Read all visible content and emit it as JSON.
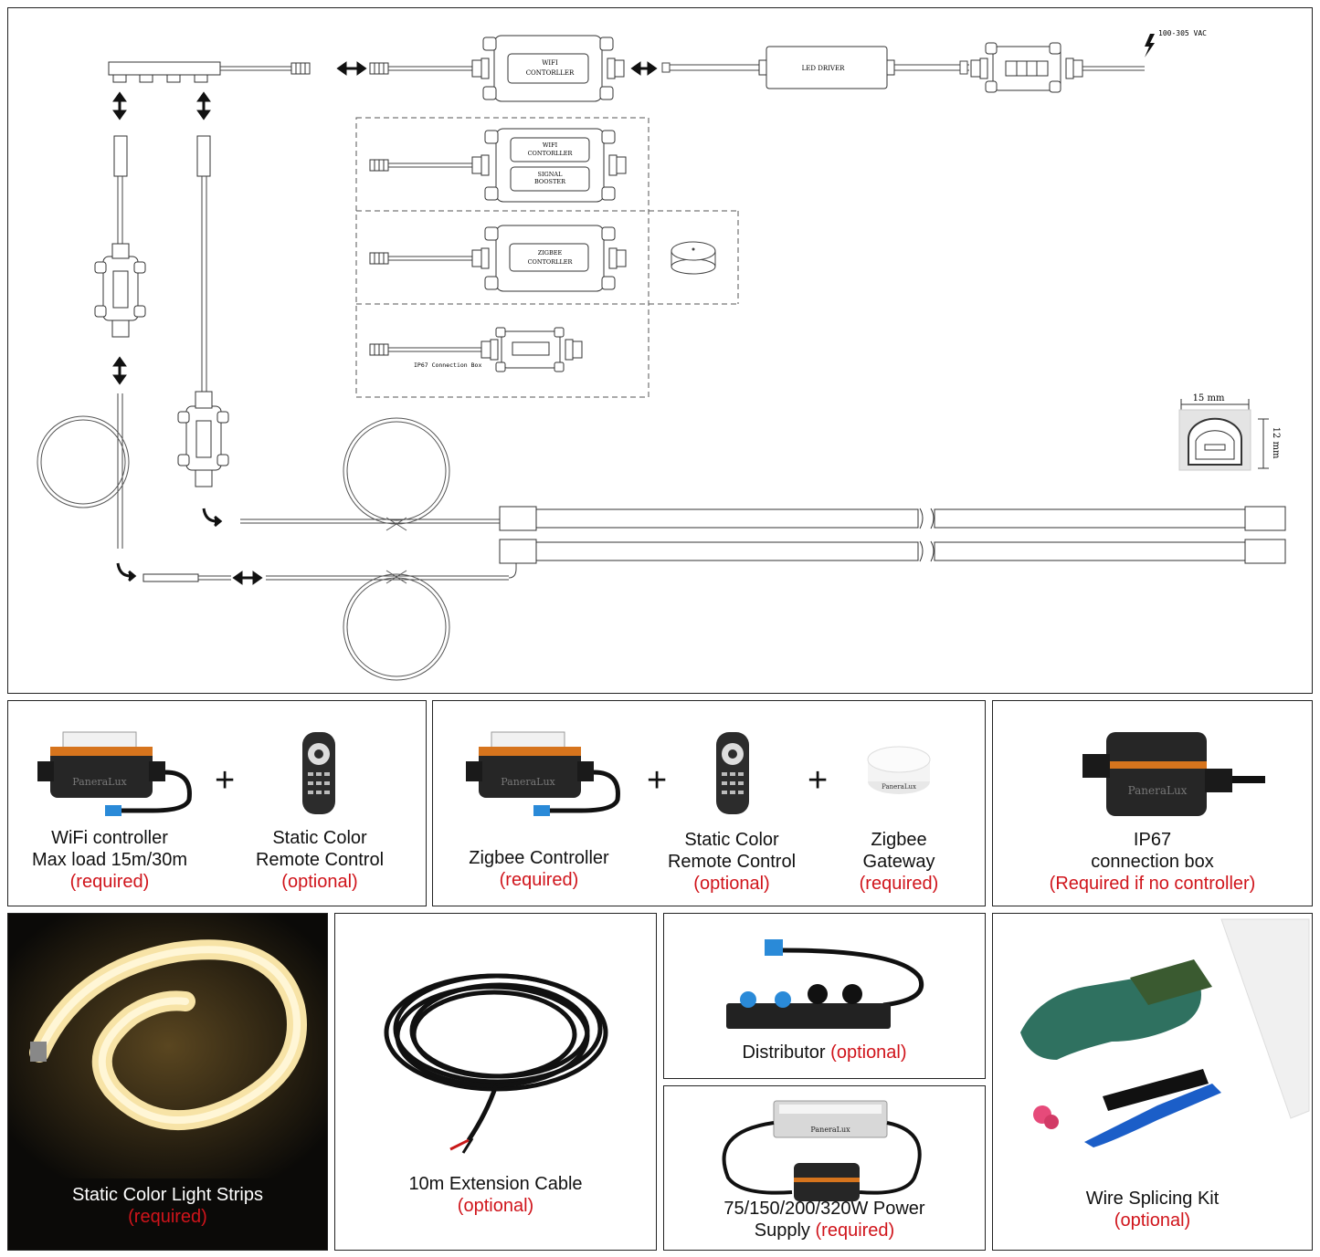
{
  "diagram": {
    "wifi_controller_label": [
      "WIFI",
      "CONTORLLER"
    ],
    "led_driver_label": "LED DRIVER",
    "voltage_label": "100-305 VAC",
    "option_wifi_label": [
      "WIFI",
      "CONTORLLER"
    ],
    "option_booster_label": [
      "SIGNAL",
      "BOOSTER"
    ],
    "option_zigbee_label": [
      "ZIGBEE",
      "CONTORLLER"
    ],
    "ip67_box_label": "IP67 Connection Box",
    "profile_width": "15 mm",
    "profile_height": "12 mm"
  },
  "products": {
    "wifi": {
      "line1": "WiFi controller",
      "line2": "Max load 15m/30m",
      "status": "(required)",
      "brand": "PaneraLux"
    },
    "static_remote_a": {
      "line1": "Static Color",
      "line2": "Remote Control",
      "status": "(optional)"
    },
    "zigbee": {
      "line1": "Zigbee Controller",
      "status": "(required)",
      "brand": "PaneraLux"
    },
    "static_remote_b": {
      "line1": "Static Color",
      "line2": "Remote Control",
      "status": "(optional)"
    },
    "gateway": {
      "line1": "Zigbee",
      "line2": "Gateway",
      "status": "(required)",
      "brand": "PaneraLux"
    },
    "ip67": {
      "line1": "IP67",
      "line2": "connection box",
      "status": "(Required if no controller)",
      "brand": "PaneraLux"
    },
    "strip": {
      "line1": "Static Color Light Strips",
      "status": "(required)"
    },
    "cable": {
      "line1": "10m Extension Cable",
      "status": "(optional)"
    },
    "distributor": {
      "line1": "Distributor",
      "status": "(optional)"
    },
    "power": {
      "line1": "75/150/200/320W Power",
      "line2": "Supply",
      "status": "(required)",
      "brand": "PaneraLux"
    },
    "splicing": {
      "line1": "Wire Splicing Kit",
      "status": "(optional)"
    }
  },
  "plus_sign": "+",
  "colors": {
    "required_red": "#d0141b",
    "border": "#222222"
  }
}
